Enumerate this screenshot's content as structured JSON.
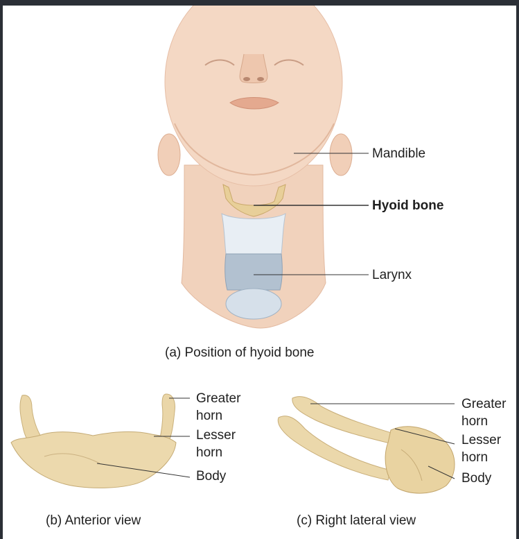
{
  "panel_a": {
    "labels": {
      "mandible": "Mandible",
      "hyoid": "Hyoid bone",
      "larynx": "Larynx"
    },
    "caption": "(a) Position of hyoid bone"
  },
  "panel_b": {
    "labels": {
      "greater_horn_1": "Greater",
      "greater_horn_2": "horn",
      "lesser_horn_1": "Lesser",
      "lesser_horn_2": "horn",
      "body": "Body"
    },
    "caption": "(b) Anterior view"
  },
  "panel_c": {
    "labels": {
      "greater_horn_1": "Greater",
      "greater_horn_2": "horn",
      "lesser_horn_1": "Lesser",
      "lesser_horn_2": "horn",
      "body": "Body"
    },
    "caption": "(c) Right lateral view"
  },
  "colors": {
    "skin": "#f3d6c2",
    "bone": "#e9d5a6",
    "cartilage_light": "#e6ecf2",
    "cartilage_blue": "#aebdcc",
    "background": "#ffffff",
    "frame": "#2b2f36"
  }
}
